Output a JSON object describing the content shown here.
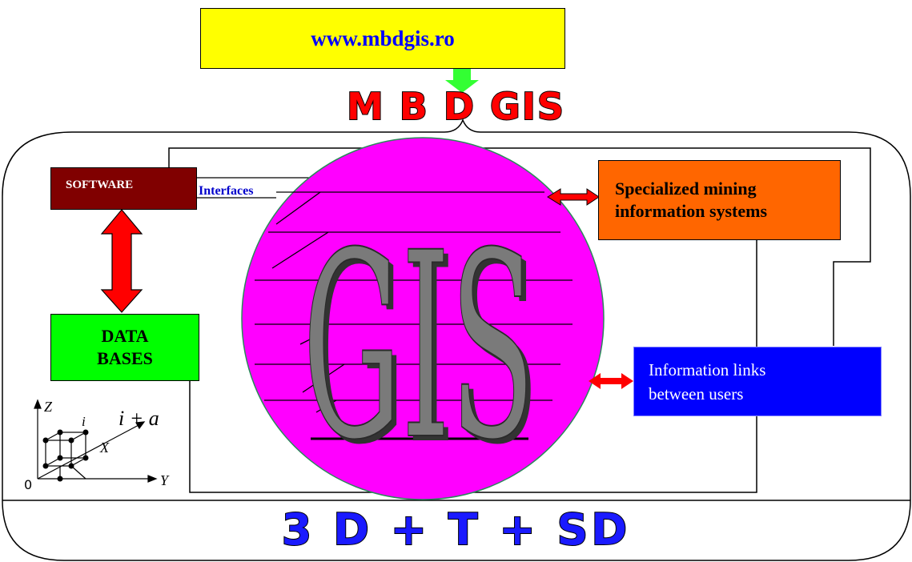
{
  "url": "www.mbdgis.ro",
  "title": "M B D GIS",
  "formula": "3 D + T + SD",
  "center_label": "GIS",
  "software": "SOFTWARE",
  "interfaces": "Interfaces",
  "databases_line1": "DATA",
  "databases_line2": "BASES",
  "mining_line1": "Specialized mining",
  "mining_line2": "information systems",
  "links_line1": "Information links",
  "links_line2": "between users",
  "axes": {
    "z": "Z",
    "x": "X",
    "y": "Y",
    "origin": "0",
    "i": "i",
    "ia": "i + a"
  },
  "colors": {
    "url_bg": "#ffff00",
    "url_text": "#0000ff",
    "title": "#ff0000",
    "formula": "#1a1aff",
    "software_bg": "#800000",
    "databases_bg": "#00ff00",
    "mining_bg": "#ff6600",
    "links_bg": "#0000ff",
    "circle": "#ff00ff",
    "arrow": "#ff0000",
    "down_arrow": "#33ff33"
  }
}
